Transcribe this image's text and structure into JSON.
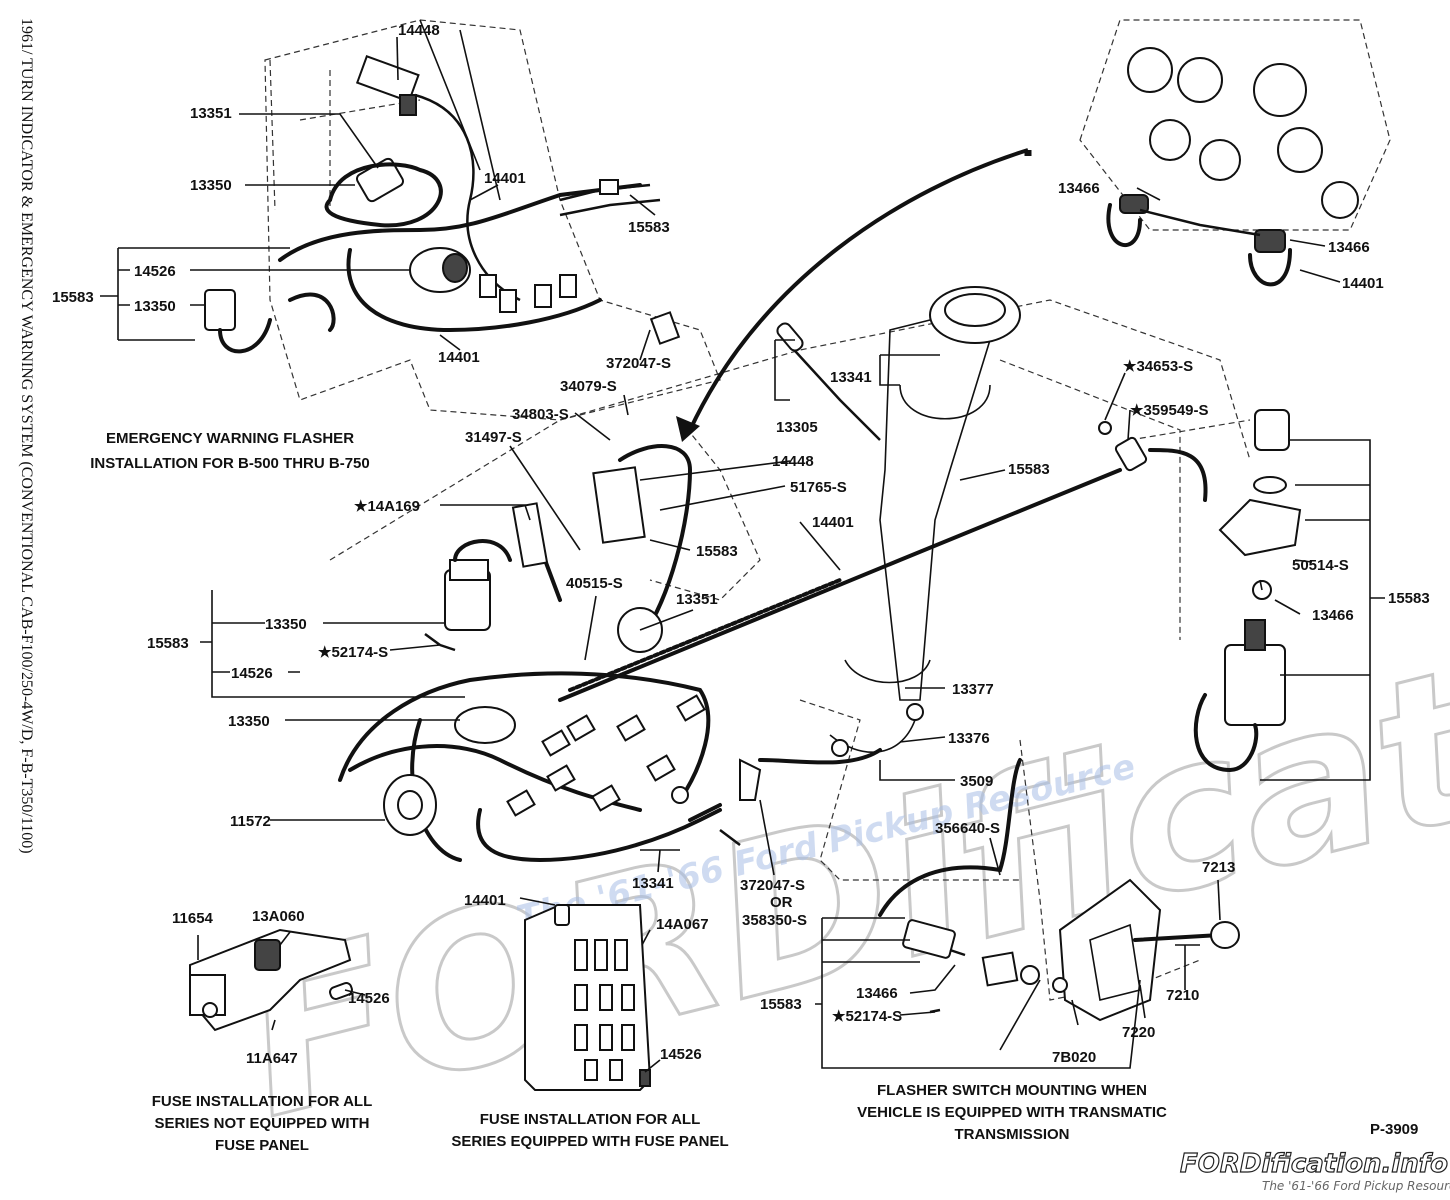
{
  "side_title": "1961/ TURN INDICATOR & EMERGENCY WARNING SYSTEM (CONVENTIONAL CAB-F100/250-4W/D, F-B-T350/1100)",
  "captions": {
    "emergency": [
      "EMERGENCY WARNING FLASHER",
      "INSTALLATION FOR B-500 THRU B-750"
    ],
    "fuse_no_panel": [
      "FUSE INSTALLATION FOR ALL",
      "SERIES NOT EQUIPPED WITH",
      "FUSE PANEL"
    ],
    "fuse_panel": [
      "FUSE INSTALLATION FOR ALL",
      "SERIES EQUIPPED WITH FUSE PANEL"
    ],
    "flasher_switch": [
      "FLASHER SWITCH MOUNTING WHEN",
      "VEHICLE IS EQUIPPED WITH TRANSMATIC",
      "TRANSMISSION"
    ]
  },
  "drawing_number": "P-3909",
  "watermark": {
    "big": "FORDification.info",
    "sub": "The '61-'66 Ford Pickup Resource"
  },
  "logo": {
    "name": "FORDification.info",
    "tagline": "The '61-'66 Ford Pickup Resource"
  },
  "labels": [
    "14448",
    "13351",
    "13350",
    "14401",
    "15583",
    "15583",
    "14526",
    "13350",
    "14401",
    "372047-S",
    "13466",
    "13466",
    "14401",
    "13341",
    "13305",
    "★34653-S",
    "★359549-S",
    "34079-S",
    "34803-S",
    "31497-S",
    "14448",
    "51765-S",
    "15583",
    "★14A169",
    "14401",
    "15583",
    "50514-S",
    "13466",
    "15583",
    "13350",
    "15583",
    "★52174-S",
    "40515-S",
    "13351",
    "14526",
    "13377",
    "13350",
    "13376",
    "3509",
    "11572",
    "13341",
    "372047-S",
    "OR",
    "358350-S",
    "356640-S",
    "7213",
    "14401",
    "14A067",
    "11654",
    "13A060",
    "14526",
    "11A647",
    "14526",
    "15583",
    "13466",
    "★52174-S",
    "7210",
    "7220",
    "7B020"
  ]
}
